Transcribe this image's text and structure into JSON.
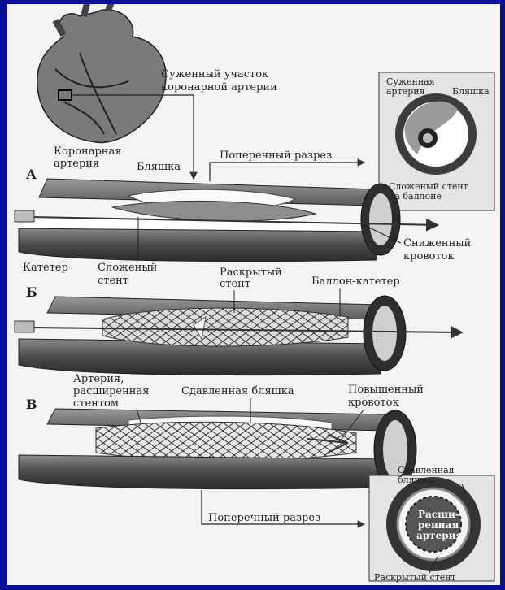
{
  "labels": {
    "narrowed_segment": [
      "Суженный участок",
      "коронарной артерии"
    ],
    "coronary_artery": [
      "Коронарная",
      "артерия"
    ],
    "plaque": "Бляшка",
    "cross_section_top": "Поперечный разрез",
    "inset_narrowed_artery": [
      "Суженная",
      "артерия"
    ],
    "inset_plaque": "Бляшка",
    "inset_folded_stent": [
      "Сложеный стент",
      "на баллоне"
    ],
    "reduced_flow": [
      "Сниженный",
      "кровоток"
    ],
    "catheter": "Катетер",
    "folded_stent": [
      "Сложеный",
      "стент"
    ],
    "expanded_stent": [
      "Раскрытый",
      "стент"
    ],
    "balloon_catheter": "Баллон-катетер",
    "artery_widened": [
      "Артерия,",
      "расширенная",
      "стентом"
    ],
    "compressed_plaque": "Сдавленная бляшка",
    "increased_flow": [
      "Повышенный",
      "кровоток"
    ],
    "cross_section_bottom": "Поперечный разрез",
    "inset_compressed_plaque": [
      "Сдавленная",
      "бляшка"
    ],
    "inset_widened_artery": [
      "Расши-",
      "ренная",
      "артерия"
    ],
    "inset_opened_stent": "Раскрытый стент"
  },
  "panels": {
    "a": "А",
    "b": "Б",
    "c": "В"
  },
  "colors": {
    "background": "#0b0f94",
    "panel": "#f4f4f4",
    "artery_dark": "#3a3a3a",
    "artery_mid": "#6d6d6d"
  }
}
